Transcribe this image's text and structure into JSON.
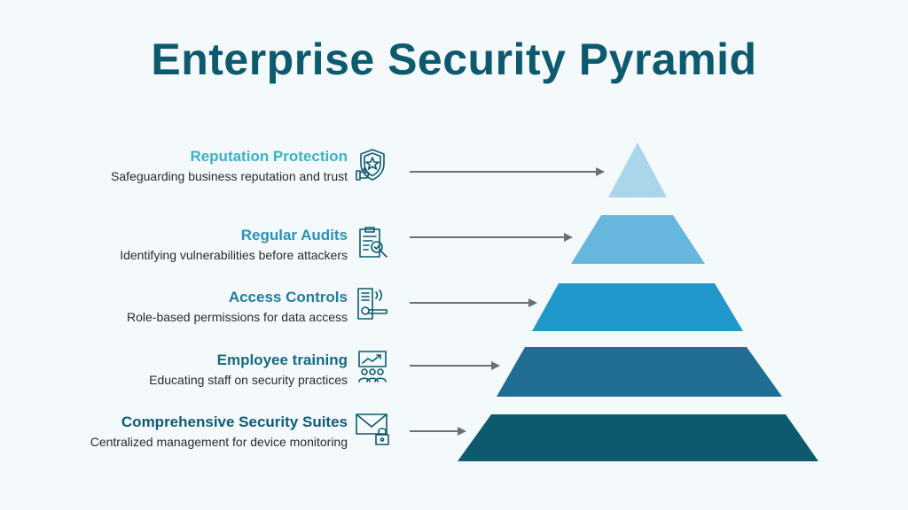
{
  "title": "Enterprise Security Pyramid",
  "levels": [
    {
      "title": "Reputation Protection",
      "description": "Safeguarding business reputation and trust",
      "title_color": "#3cb2c6",
      "fill": "#a9d6ea",
      "icon": "shield-star-icon"
    },
    {
      "title": "Regular Audits",
      "description": "Identifying vulnerabilities before attackers",
      "title_color": "#2a92b3",
      "fill": "#66b6dd",
      "icon": "clipboard-magnifier-icon"
    },
    {
      "title": "Access Controls",
      "description": "Role-based permissions for data access",
      "title_color": "#1f7c9b",
      "fill": "#2098cc",
      "icon": "keypad-lock-icon"
    },
    {
      "title": "Employee training",
      "description": "Educating staff on security practices",
      "title_color": "#176b84",
      "fill": "#1f6d93",
      "icon": "presentation-group-icon"
    },
    {
      "title": "Comprehensive Security Suites",
      "description": "Centralized management for device monitoring",
      "title_color": "#0f5c73",
      "fill": "#0d5a6e",
      "icon": "envelope-lock-icon"
    }
  ],
  "colors": {
    "arrow": "#6f6f6f",
    "icon_stroke": "#0d5a6e",
    "title": "#0d5a6e"
  }
}
